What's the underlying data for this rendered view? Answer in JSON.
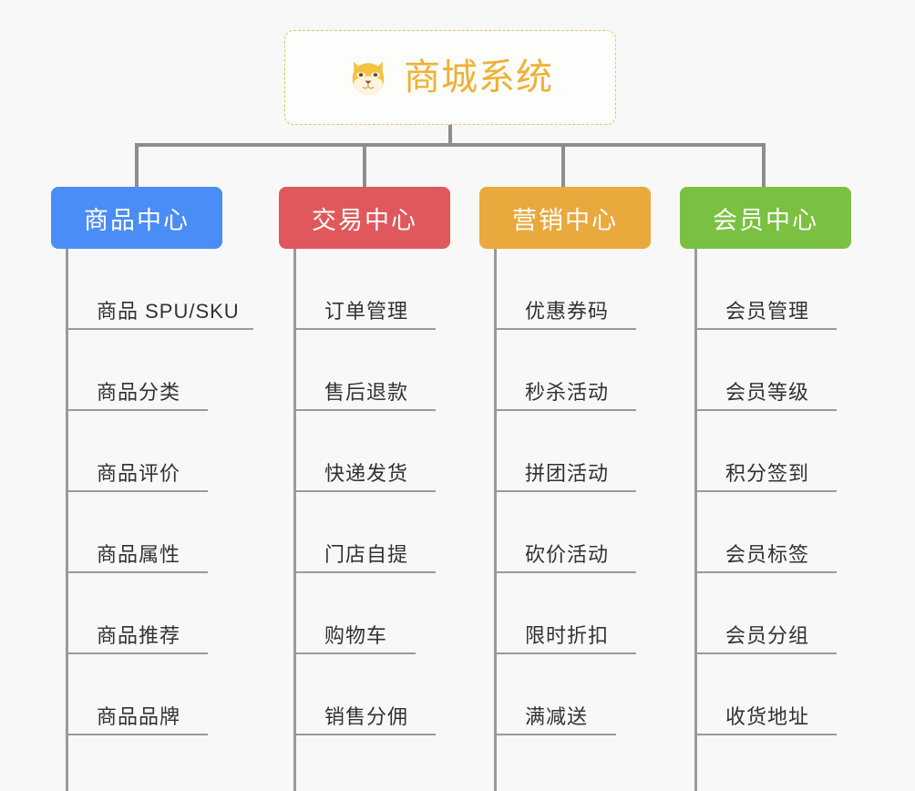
{
  "root": {
    "title": "商城系统",
    "icon": "shiba-dog-face-icon",
    "title_color": "#efb035",
    "border_color": "#e8c169"
  },
  "connector_color": "#8d8d8d",
  "branches": [
    {
      "id": "product-center",
      "label": "商品中心",
      "color": "#4a8df6",
      "items": [
        "商品 SPU/SKU",
        "商品分类",
        "商品评价",
        "商品属性",
        "商品推荐",
        "商品品牌"
      ]
    },
    {
      "id": "trade-center",
      "label": "交易中心",
      "color": "#e0585b",
      "items": [
        "订单管理",
        "售后退款",
        "快递发货",
        "门店自提",
        "购物车",
        "销售分佣"
      ]
    },
    {
      "id": "marketing-center",
      "label": "营销中心",
      "color": "#eaa93c",
      "items": [
        "优惠券码",
        "秒杀活动",
        "拼团活动",
        "砍价活动",
        "限时折扣",
        "满减送"
      ]
    },
    {
      "id": "member-center",
      "label": "会员中心",
      "color": "#7ac142",
      "items": [
        "会员管理",
        "会员等级",
        "积分签到",
        "会员标签",
        "会员分组",
        "收货地址"
      ]
    }
  ]
}
